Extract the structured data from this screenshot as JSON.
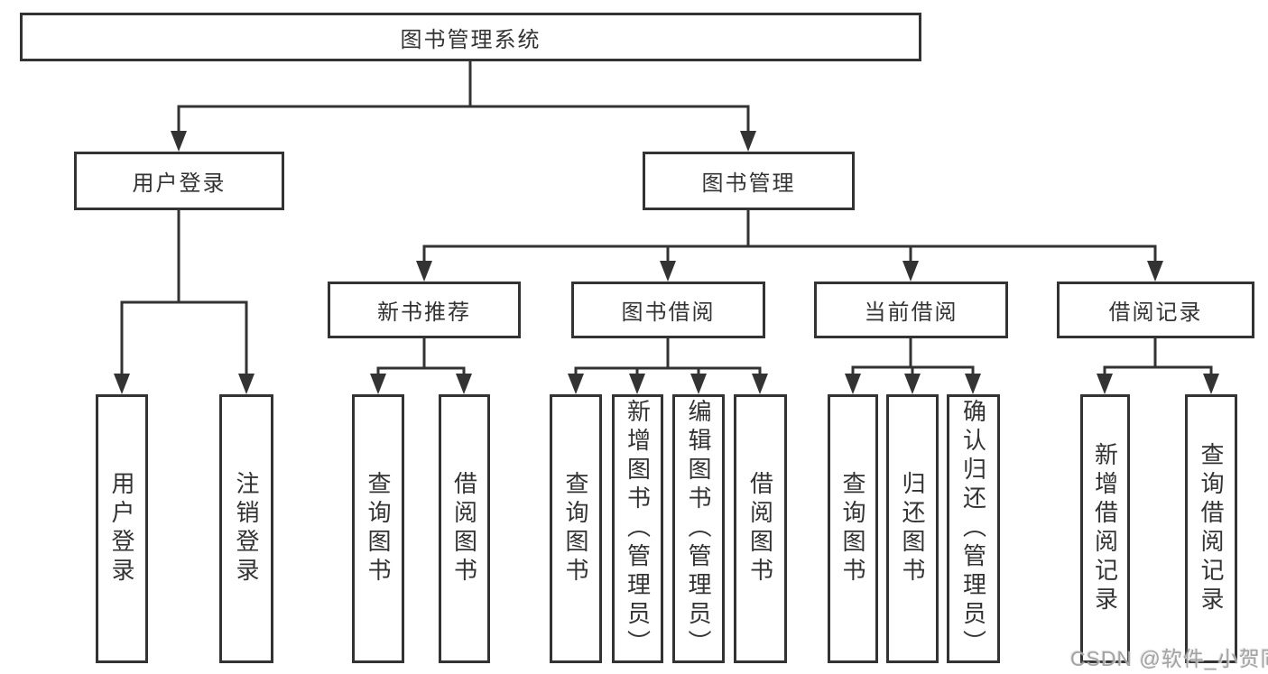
{
  "nodes": {
    "root": "图书管理系统",
    "level1": {
      "user_login": "用户登录",
      "book_management": "图书管理"
    },
    "level2": {
      "new_book_recommend": "新书推荐",
      "book_borrowing": "图书借阅",
      "current_borrowing": "当前借阅",
      "borrowing_records": "借阅记录"
    },
    "leaves": {
      "login": "用户登录",
      "logout": "注销登录",
      "nb_query_books": "查询图书",
      "nb_borrow_books": "借阅图书",
      "bb_query_books": "查询图书",
      "bb_add_books_admin": "新增图书（管理员）",
      "bb_edit_books_admin": "编辑图书（管理员）",
      "bb_borrow_books": "借阅图书",
      "cb_query_books": "查询图书",
      "cb_return_books": "归还图书",
      "cb_confirm_return_admin": "确认归还（管理员）",
      "br_add_record": "新增借阅记录",
      "br_query_record": "查询借阅记录"
    }
  },
  "watermark": "CSDN @软件_小贺同学",
  "colors": {
    "line": "#333333",
    "text": "#333333",
    "box_background": "#ffffff",
    "watermark": "#a3a3a3"
  }
}
